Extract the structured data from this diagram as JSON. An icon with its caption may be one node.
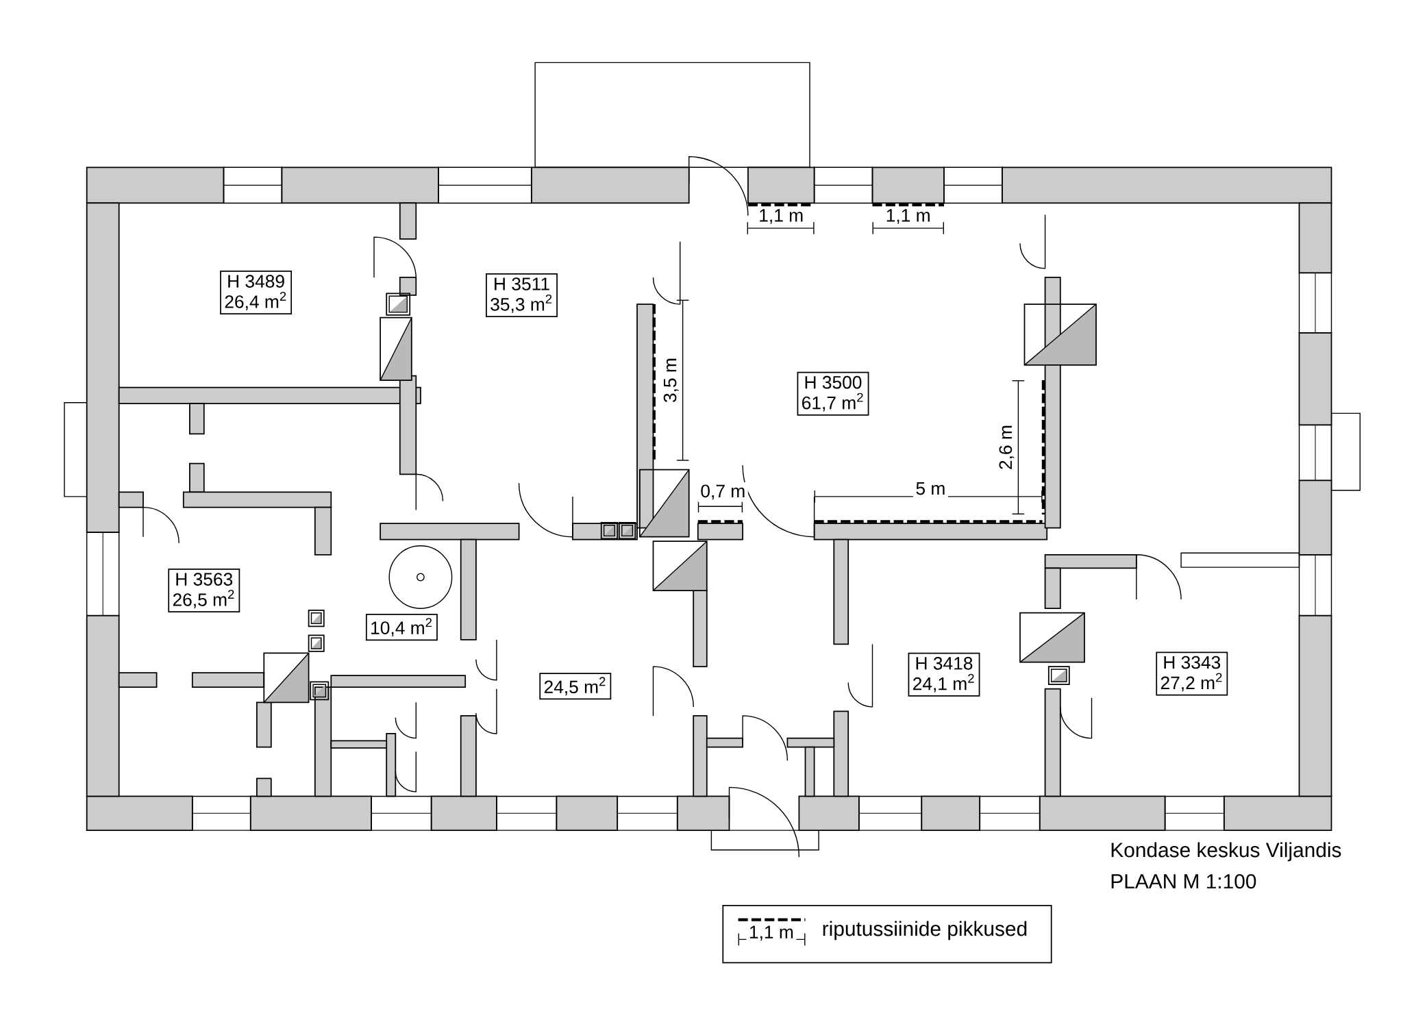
{
  "diagram": {
    "title": "Kondase keskus Viljandis",
    "nodes": [
      {
        "text": [
          "H 3489",
          "26,4 m$^{2}$"
        ]
      },
      {
        "text": [
          "H 3511",
          "35,3 m$^{2}$"
        ]
      },
      {
        "text": [
          "H 3500",
          "61,7 m$^{2}$"
        ]
      },
      {
        "text": [
          "H 3563",
          "26,5 m$^{2}$"
        ]
      },
      {
        "text": [
          "10,4 m$^{2}$"
        ]
      },
      {
        "text": [
          "24,5 m$^{2}$"
        ]
      },
      {
        "text": [
          "H 3418",
          "24,1 m$^{2}$"
        ]
      },
      {
        "text": [
          "H 3343",
          "27,2 m$^{2}$"
        ]
      }
    ],
    "edges": [],
    "labels": [
      "1,1 m",
      "1,1 m",
      "3,5 m",
      "0,7 m",
      "5 m",
      "2,6 m",
      "PLAAN M 1:100",
      "1,1 m"
    ],
    "legend": [
      {
        "text": "riputussiinide pikkused"
      }
    ]
  }
}
